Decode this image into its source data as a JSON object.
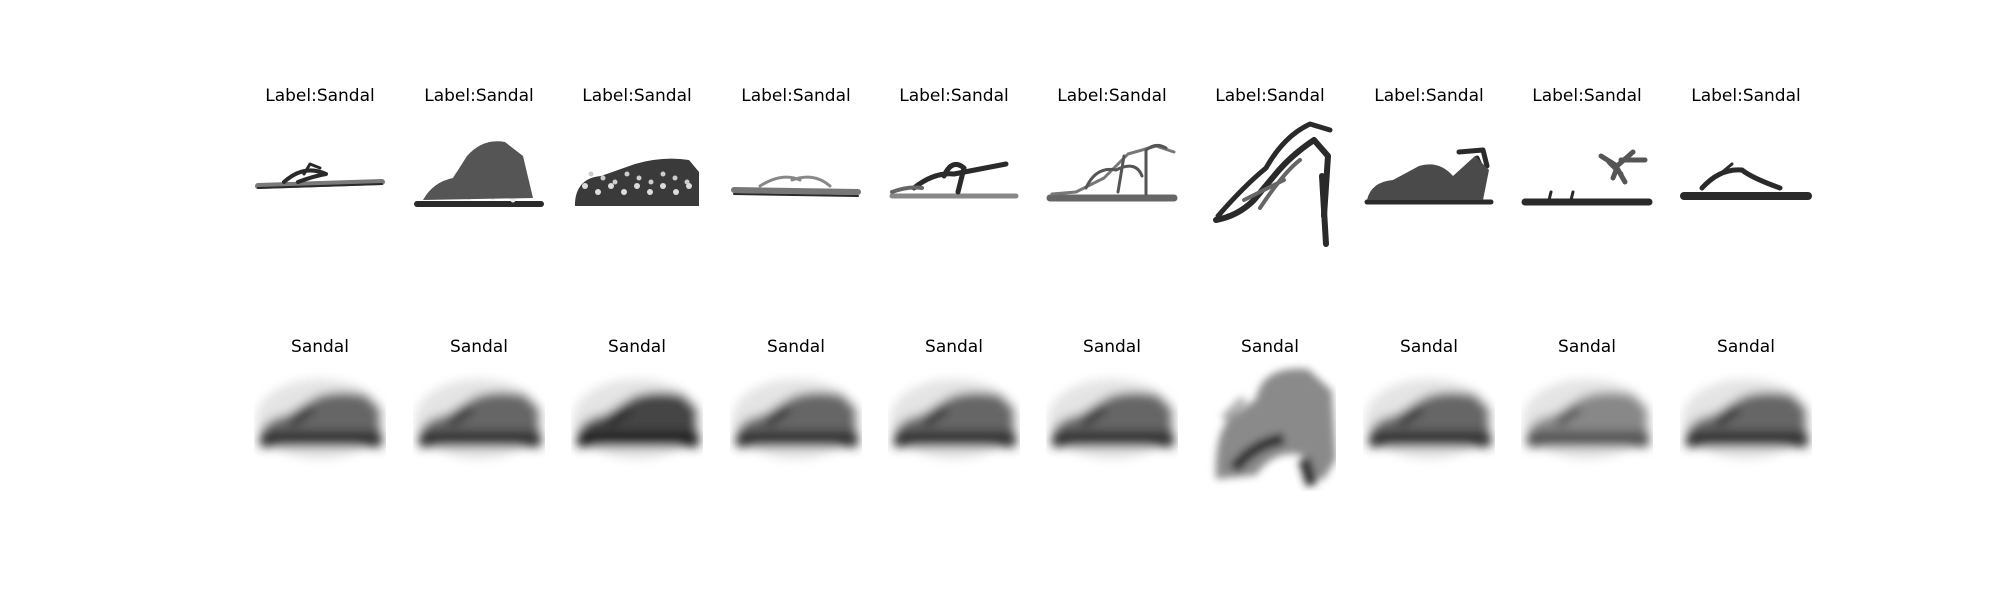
{
  "figure": {
    "rows": [
      {
        "name": "input-row",
        "panels": [
          {
            "title": "Label:Sandal",
            "variant": "flip-flop"
          },
          {
            "title": "Label:Sandal",
            "variant": "strappy-flat"
          },
          {
            "title": "Label:Sandal",
            "variant": "woven-flat"
          },
          {
            "title": "Label:Sandal",
            "variant": "thin-flat"
          },
          {
            "title": "Label:Sandal",
            "variant": "ankle-strap"
          },
          {
            "title": "Label:Sandal",
            "variant": "gladiator"
          },
          {
            "title": "Label:Sandal",
            "variant": "high-heel"
          },
          {
            "title": "Label:Sandal",
            "variant": "buckle-flat"
          },
          {
            "title": "Label:Sandal",
            "variant": "bow-flat"
          },
          {
            "title": "Label:Sandal",
            "variant": "toe-post"
          }
        ]
      },
      {
        "name": "reconstruction-row",
        "panels": [
          {
            "title": "Sandal",
            "variant": "blur-shoe"
          },
          {
            "title": "Sandal",
            "variant": "blur-shoe"
          },
          {
            "title": "Sandal",
            "variant": "blur-shoe-dark"
          },
          {
            "title": "Sandal",
            "variant": "blur-shoe"
          },
          {
            "title": "Sandal",
            "variant": "blur-shoe"
          },
          {
            "title": "Sandal",
            "variant": "blur-shoe"
          },
          {
            "title": "Sandal",
            "variant": "blur-heel"
          },
          {
            "title": "Sandal",
            "variant": "blur-shoe"
          },
          {
            "title": "Sandal",
            "variant": "blur-shoe-light"
          },
          {
            "title": "Sandal",
            "variant": "blur-shoe"
          }
        ]
      }
    ]
  }
}
